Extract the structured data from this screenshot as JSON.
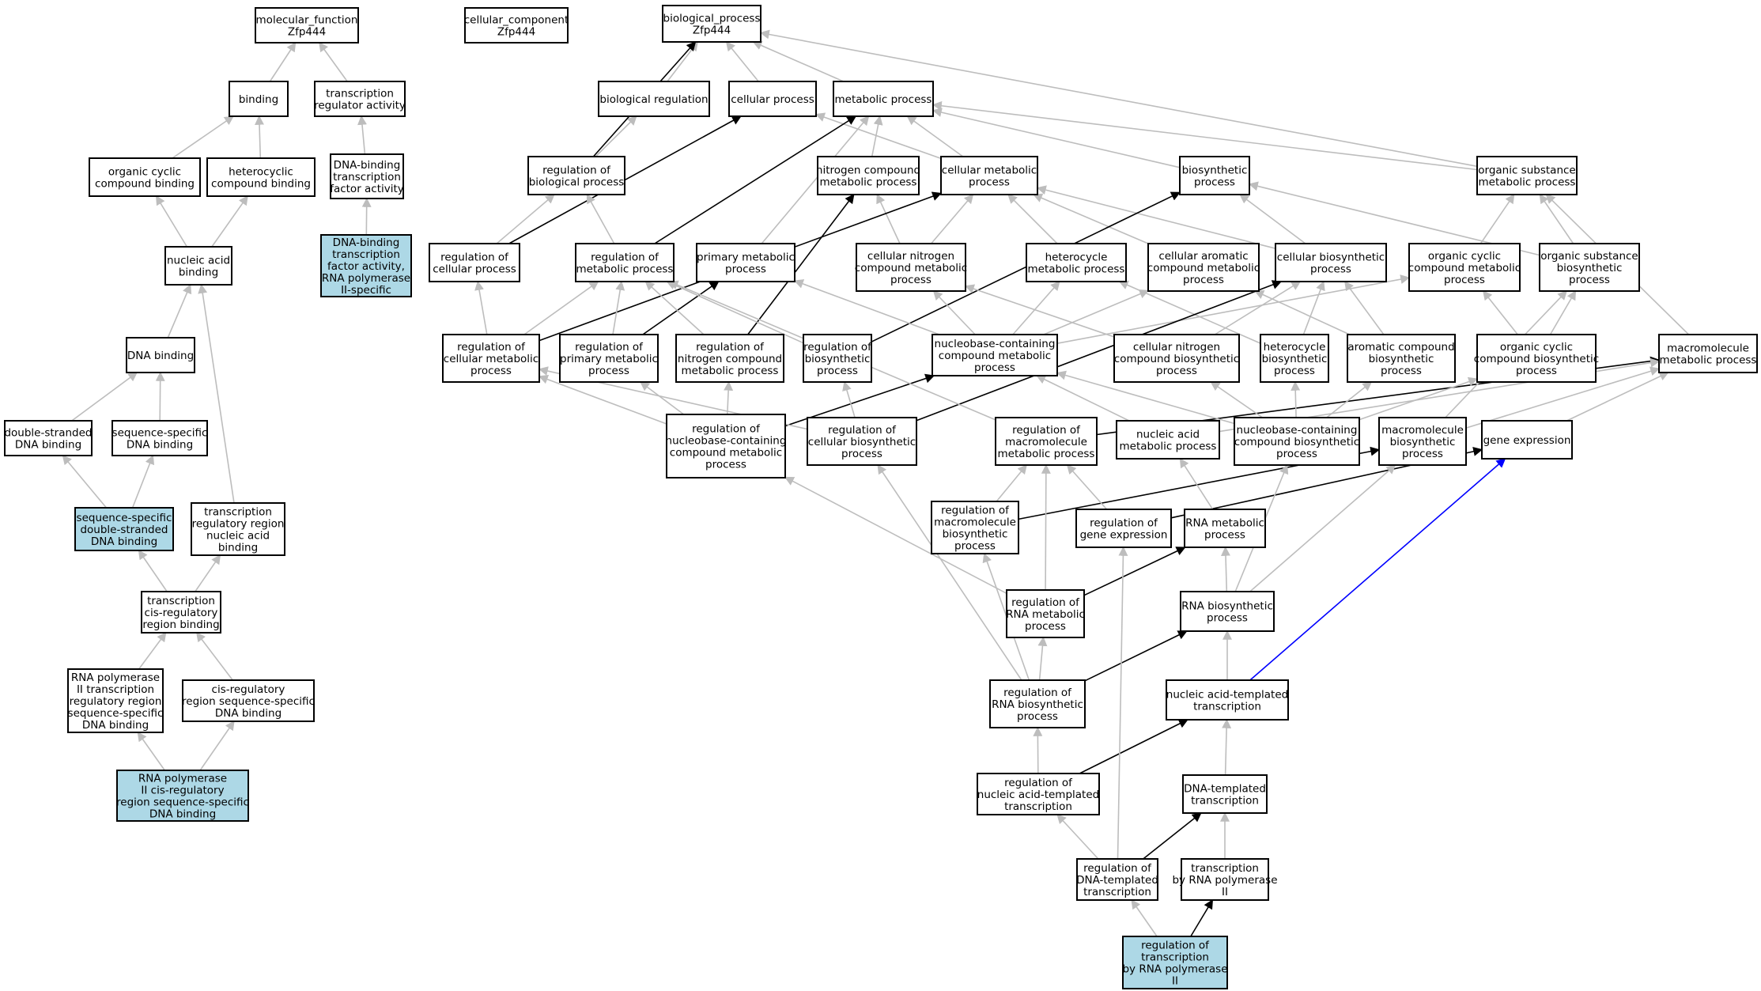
{
  "colors": {
    "node_fill": "#ffffff",
    "highlight_fill": "#add8e6",
    "is_a_edge": "#bdbdbd",
    "regulates_edge": "#000000",
    "part_of_edge": "#0000ff"
  },
  "nodes": {
    "mf_root": "molecular_function\nZfp444",
    "cc_root": "cellular_component\nZfp444",
    "bp_root": "biological_process\nZfp444",
    "binding": "binding",
    "tr_activity": "transcription\nregulator activity",
    "bio_reg": "biological regulation",
    "cell_proc": "cellular process",
    "metab_proc": "metabolic process",
    "org_cyc_bind": "organic cyclic\ncompound binding",
    "het_bind": "heterocyclic\ncompound binding",
    "dbtf_act": "DNA-binding\ntranscription\nfactor activity",
    "reg_bio": "regulation of\nbiological process",
    "nitro_metab": "nitrogen compound\nmetabolic process",
    "cell_metab": "cellular metabolic\nprocess",
    "biosyn": "biosynthetic\nprocess",
    "org_sub_metab": "organic substance\nmetabolic process",
    "na_bind": "nucleic acid\nbinding",
    "dbtf_pol2": "DNA-binding\ntranscription\nfactor activity,\nRNA polymerase\nII-specific",
    "reg_cell_proc": "regulation of\ncellular process",
    "reg_metab": "regulation of\nmetabolic process",
    "prim_metab": "primary metabolic\nprocess",
    "cell_nitro_metab": "cellular nitrogen\ncompound metabolic\nprocess",
    "hetcyc_metab": "heterocycle\nmetabolic process",
    "cell_arom_metab": "cellular aromatic\ncompound metabolic\nprocess",
    "cell_biosyn": "cellular biosynthetic\nprocess",
    "org_cyc_metab": "organic cyclic\ncompound metabolic\nprocess",
    "org_sub_biosyn": "organic substance\nbiosynthetic\nprocess",
    "dna_bind": "DNA binding",
    "reg_cell_metab": "regulation of\ncellular metabolic\nprocess",
    "reg_prim_metab": "regulation of\nprimary metabolic\nprocess",
    "reg_nitro_metab": "regulation of\nnitrogen compound\nmetabolic process",
    "reg_biosyn": "regulation of\nbiosynthetic\nprocess",
    "nb_metab": "nucleobase-containing\ncompound metabolic\nprocess",
    "cell_nitro_biosyn": "cellular nitrogen\ncompound biosynthetic\nprocess",
    "hetcyc_biosyn": "heterocycle\nbiosynthetic\nprocess",
    "arom_biosyn": "aromatic compound\nbiosynthetic\nprocess",
    "org_cyc_biosyn": "organic cyclic\ncompound biosynthetic\nprocess",
    "macro_metab": "macromolecule\nmetabolic process",
    "ds_dna_bind": "double-stranded\nDNA binding",
    "ss_dna_bind": "sequence-specific\nDNA binding",
    "reg_nb_metab": "regulation of\nnucleobase-containing\ncompound metabolic\nprocess",
    "reg_cell_biosyn": "regulation of\ncellular biosynthetic\nprocess",
    "reg_macro_metab": "regulation of\nmacromolecule\nmetabolic process",
    "na_metab": "nucleic acid\nmetabolic process",
    "nb_biosyn": "nucleobase-containing\ncompound biosynthetic\nprocess",
    "macro_biosyn": "macromolecule\nbiosynthetic\nprocess",
    "gene_expr": "gene expression",
    "ssds_dna_bind": "sequence-specific\ndouble-stranded\nDNA binding",
    "tr_reg_na_bind": "transcription\nregulatory region\nnucleic acid\nbinding",
    "reg_macro_biosyn": "regulation of\nmacromolecule\nbiosynthetic\nprocess",
    "reg_gene_expr": "regulation of\ngene expression",
    "rna_metab": "RNA metabolic\nprocess",
    "tcis_bind": "transcription\ncis-regulatory\nregion binding",
    "reg_rna_metab": "regulation of\nRNA metabolic\nprocess",
    "rna_biosyn": "RNA biosynthetic\nprocess",
    "pol2_tr_bind": "RNA polymerase\nII transcription\nregulatory region\nsequence-specific\nDNA binding",
    "cis_ss_bind": "cis-regulatory\nregion sequence-specific\nDNA binding",
    "reg_rna_biosyn": "regulation of\nRNA biosynthetic\nprocess",
    "na_templ_tr": "nucleic acid-templated\ntranscription",
    "pol2_cis_bind": "RNA polymerase\nII cis-regulatory\nregion sequence-specific\nDNA binding",
    "reg_na_templ_tr": "regulation of\nnucleic acid-templated\ntranscription",
    "dna_templ_tr": "DNA-templated\ntranscription",
    "reg_dna_templ_tr": "regulation of\nDNA-templated\ntranscription",
    "tr_pol2": "transcription\nby RNA polymerase\nII",
    "reg_tr_pol2": "regulation of\ntranscription\nby RNA polymerase\nII"
  }
}
